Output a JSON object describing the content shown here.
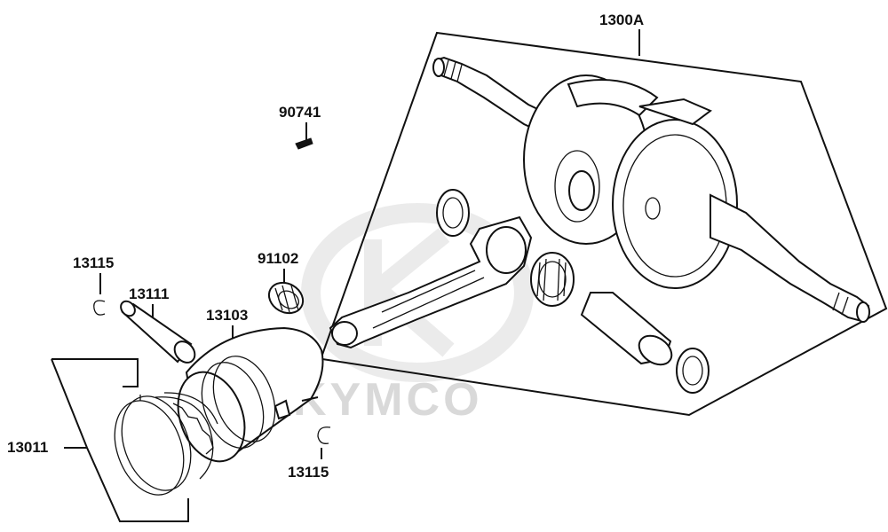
{
  "watermark": {
    "brand": "KYMCO"
  },
  "parts": {
    "crankshaft_assy": "1300A",
    "key": "90741",
    "needle_bearing": "91102",
    "clip_top": "13115",
    "piston_pin": "13111",
    "piston": "13103",
    "piston_ring_set": "13011",
    "clip_bottom": "13115"
  }
}
